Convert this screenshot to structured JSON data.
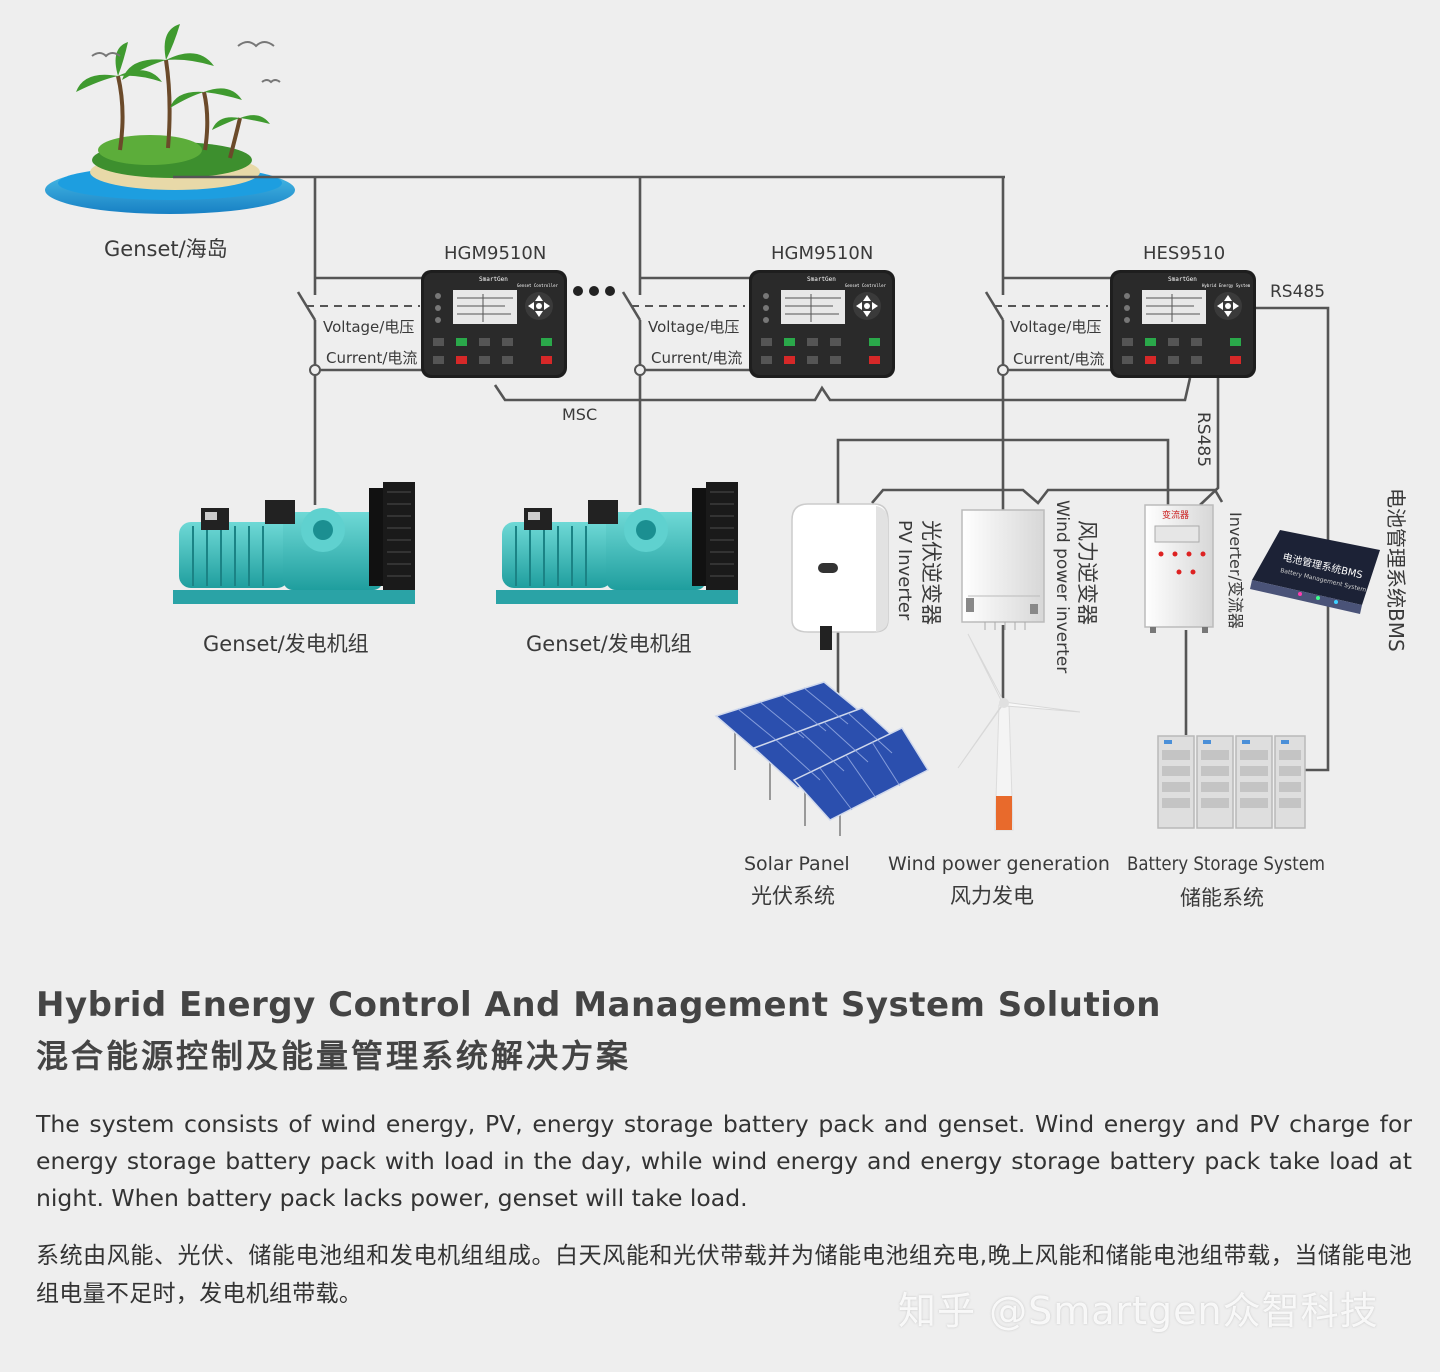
{
  "diagram": {
    "island_label": "Genset/海岛",
    "controllers": [
      {
        "model": "HGM9510N",
        "brand": "SmartGen",
        "subtitle": "Genset Controller"
      },
      {
        "model": "HGM9510N",
        "brand": "SmartGen",
        "subtitle": "Genset Controller"
      },
      {
        "model": "HES9510",
        "brand": "SmartGen",
        "subtitle": "Hybrid Energy System"
      }
    ],
    "voltage_label": "Voltage/电压",
    "current_label": "Current/电流",
    "msc_label": "MSC",
    "rs485_label": "RS485",
    "rs485_vertical_label": "RS485",
    "genset_label": "Genset/发电机组",
    "pv_inverter_label_cn": "光伏逆变器",
    "pv_inverter_label_en": "PV Inverter",
    "wind_inverter_label_cn": "风力逆变器",
    "wind_inverter_label_en": "Wind power inverter",
    "inverter_label": "Inverter/变流器",
    "converter_panel_label": "变流器",
    "bms_label": "电池管理系统BMS",
    "bms_device_text_cn": "电池管理系统BMS",
    "bms_device_text_en": "Battery Management System",
    "solar_label_en": "Solar Panel",
    "solar_label_cn": "光伏系统",
    "wind_label_en": "Wind power generation",
    "wind_label_cn": "风力发电",
    "battery_label_en": "Battery Storage System",
    "battery_label_cn": "储能系统",
    "colors": {
      "line": "#555555",
      "genset_teal": "#3fbfbf",
      "controller_body": "#1e1e1e",
      "screen": "#e8e8e8",
      "button_green": "#2aa84a",
      "button_red": "#d62828",
      "solar_blue": "#2b4fae",
      "sea": "#1f9bd6"
    }
  },
  "title": {
    "en": "Hybrid Energy Control And Management System Solution",
    "cn": "混合能源控制及能量管理系统解决方案"
  },
  "description": {
    "en": "The system consists of wind energy, PV, energy storage battery pack and genset. Wind energy and PV charge for energy storage battery pack with load in the day, while wind energy and energy storage battery pack take load at night. When battery pack lacks power, genset will take load.",
    "cn": "系统由风能、光伏、储能电池组和发电机组组成。白天风能和光伏带载并为储能电池组充电,晚上风能和储能电池组带载，当储能电池组电量不足时，发电机组带载。"
  },
  "watermark": "知乎 @Smartgen众智科技"
}
